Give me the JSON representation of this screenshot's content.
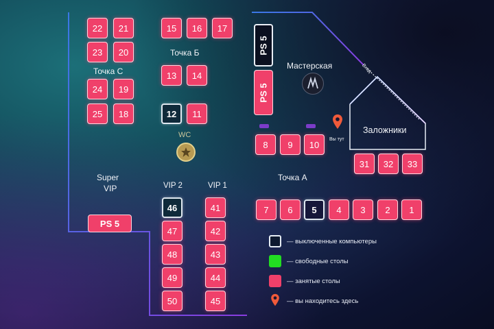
{
  "zones": {
    "tochka_c": "Точка С",
    "tochka_b": "Точка Б",
    "tochka_a": "Точка А",
    "masterskaya": "Мастерская",
    "zalozhniki": "Заложники",
    "wc": "WC",
    "super_vip_line1": "Super",
    "super_vip_line2": "VIP",
    "vip2": "VIP 2",
    "vip1": "VIP 1",
    "entrance": "Вход",
    "you_are_here": "Вы тут"
  },
  "seats": {
    "s22": "22",
    "s21": "21",
    "s23": "23",
    "s20": "20",
    "s24": "24",
    "s19": "19",
    "s25": "25",
    "s18": "18",
    "s15": "15",
    "s16": "16",
    "s17": "17",
    "s13": "13",
    "s14": "14",
    "s12": "12",
    "s11": "11",
    "s8": "8",
    "s9": "9",
    "s10": "10",
    "s31": "31",
    "s32": "32",
    "s33": "33",
    "s7": "7",
    "s6": "6",
    "s5": "5",
    "s4": "4",
    "s3": "3",
    "s2": "2",
    "s1": "1",
    "s46": "46",
    "s47": "47",
    "s48": "48",
    "s49": "49",
    "s50": "50",
    "s41": "41",
    "s42": "42",
    "s43": "43",
    "s44": "44",
    "s45": "45"
  },
  "consoles": {
    "ps_super_vip": "PS 5",
    "ps_top": "PS 5",
    "ps_bottom": "PS 5"
  },
  "legend": {
    "off": "— выключенные компьютеры",
    "free": "— свободные столы",
    "busy": "— занятые столы",
    "here": "— вы находитесь здесь"
  },
  "colors": {
    "busy": "#f0406a",
    "free": "#22dd22",
    "off_border": "#dfe8f0",
    "wall_blue": "#3b6fe0",
    "wall_purple": "#7a3de0",
    "marker": "#f05a3a"
  },
  "icons": {
    "masterskaya": "workshop-logo-icon",
    "wc": "star-medal-icon",
    "marker": "location-pin-icon"
  }
}
